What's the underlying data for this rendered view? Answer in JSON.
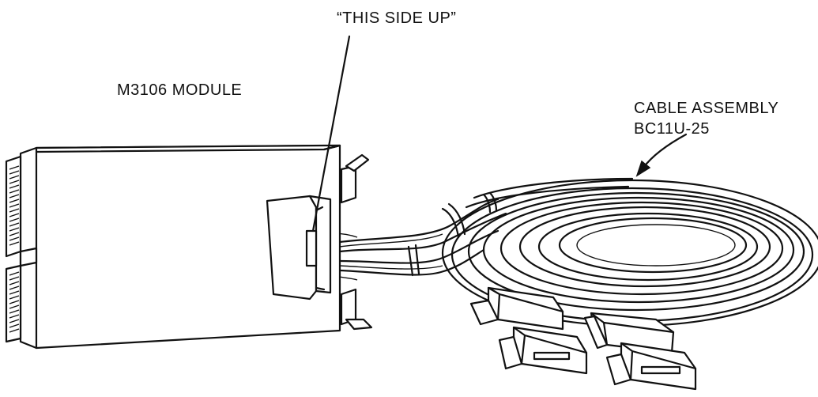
{
  "labels": {
    "module": "M3106 MODULE",
    "this_side_up": "“THIS SIDE UP”",
    "cable_line1": "CABLE ASSEMBLY",
    "cable_line2": "BC11U-25"
  },
  "colors": {
    "ink": "#111111",
    "background": "#ffffff"
  }
}
